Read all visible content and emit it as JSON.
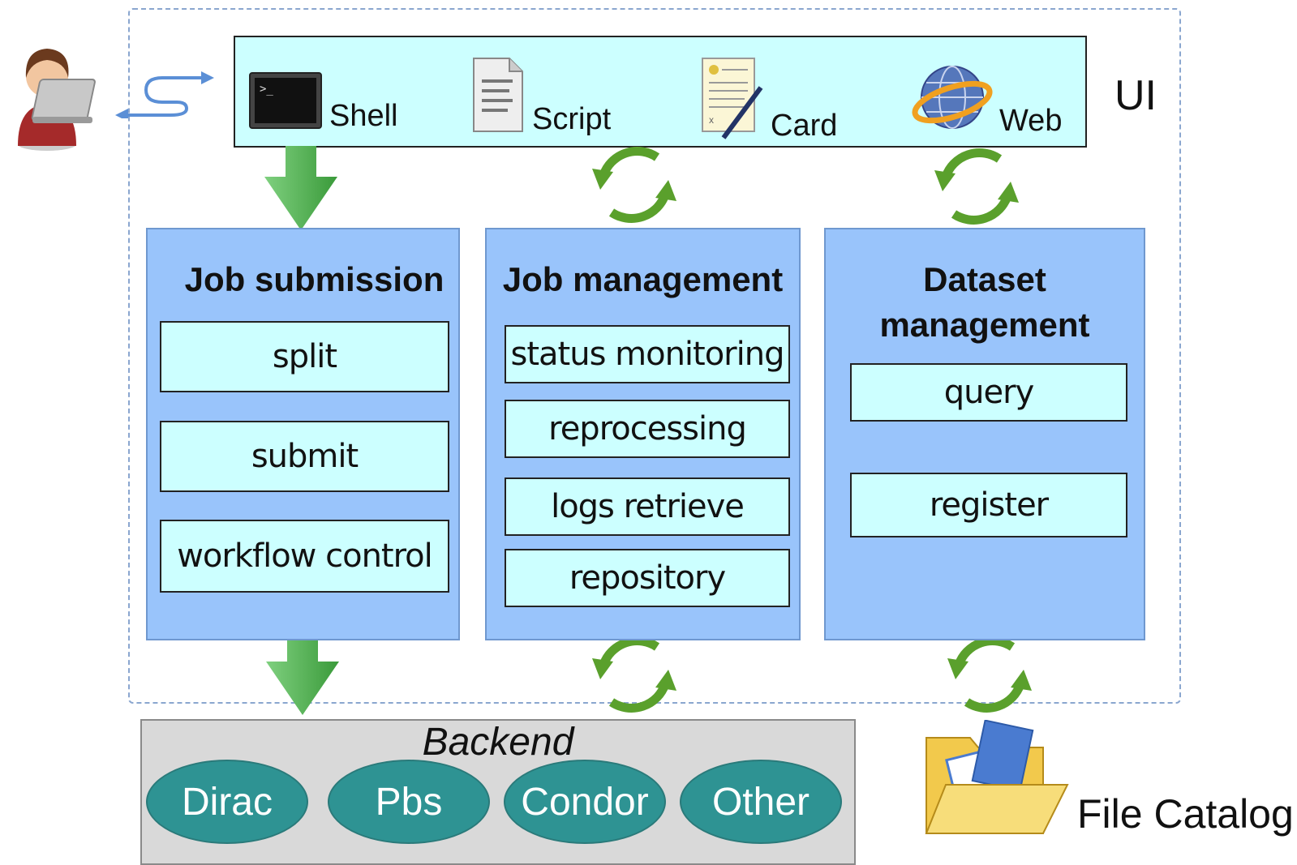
{
  "ui": {
    "label": "UI",
    "items": [
      {
        "label": "Shell",
        "icon": "terminal-icon"
      },
      {
        "label": "Script",
        "icon": "document-icon"
      },
      {
        "label": "Card",
        "icon": "card-pen-icon"
      },
      {
        "label": "Web",
        "icon": "globe-icon"
      }
    ]
  },
  "panels": {
    "job_submission": {
      "title": "Job submission",
      "items": [
        "split",
        "submit",
        "workflow control"
      ]
    },
    "job_management": {
      "title": "Job management",
      "items": [
        "status monitoring",
        "reprocessing",
        "logs retrieve",
        "repository"
      ]
    },
    "dataset_management": {
      "title_line1": "Dataset",
      "title_line2": "management",
      "items": [
        "query",
        "register"
      ]
    }
  },
  "backend": {
    "title": "Backend",
    "items": [
      "Dirac",
      "Pbs",
      "Condor",
      "Other"
    ]
  },
  "file_catalog": {
    "label": "File Catalog"
  },
  "colors": {
    "ui_bar": "#ccffff",
    "panel": "#99c4fb",
    "backend": "#d9d9d9",
    "ellipse": "#2e9393",
    "arrow_green": "#4db24d",
    "cycle_green": "#5aa02c"
  }
}
